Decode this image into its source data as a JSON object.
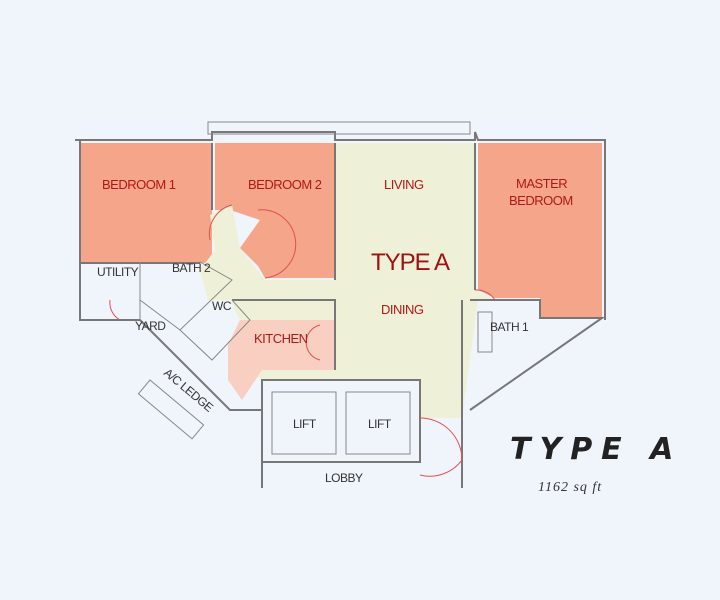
{
  "plan": {
    "center_label": "TYPE A",
    "rooms": {
      "bedroom1": "BEDROOM 1",
      "bedroom2": "BEDROOM 2",
      "living": "LIVING",
      "master_line1": "MASTER",
      "master_line2": "BEDROOM",
      "utility": "UTILITY",
      "bath2": "BATH 2",
      "wc": "WC",
      "yard": "YARD",
      "kitchen": "KITCHEN",
      "dining": "DINING",
      "bath1": "BATH 1",
      "ac_ledge": "A/C LEDGE",
      "lift1": "LIFT",
      "lift2": "LIFT",
      "lobby": "LOBBY"
    }
  },
  "legend": {
    "title": "TYPE A",
    "area": "1162 sq ft"
  },
  "colors": {
    "bedroom": "#f4a58a",
    "living": "#eef1d8",
    "label": "#b01818"
  }
}
